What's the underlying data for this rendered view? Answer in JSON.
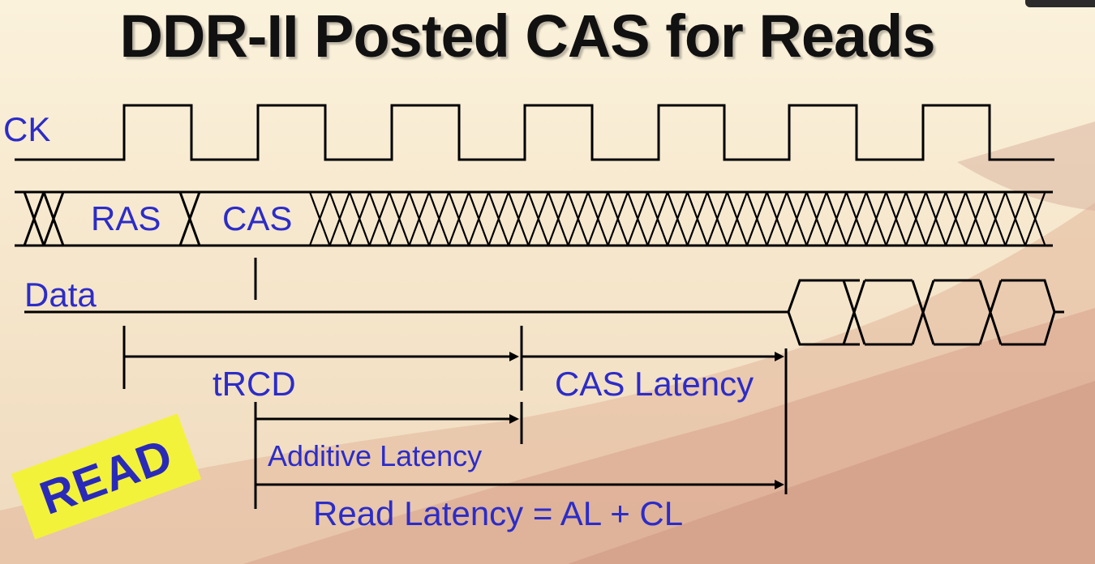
{
  "title": "DDR-II Posted CAS for Reads",
  "signals": {
    "clock": "CK",
    "command_ras": "RAS",
    "command_cas": "CAS",
    "data": "Data"
  },
  "timings": {
    "trcd": "tRCD",
    "cas_latency": "CAS Latency",
    "additive_latency": "Additive Latency",
    "read_latency": "Read Latency = AL + CL"
  },
  "badge": "READ",
  "colors": {
    "label_blue": "#2c2cc8",
    "waveform": "#000000",
    "badge_yellow": "#f3f23a",
    "title": "#111111"
  }
}
